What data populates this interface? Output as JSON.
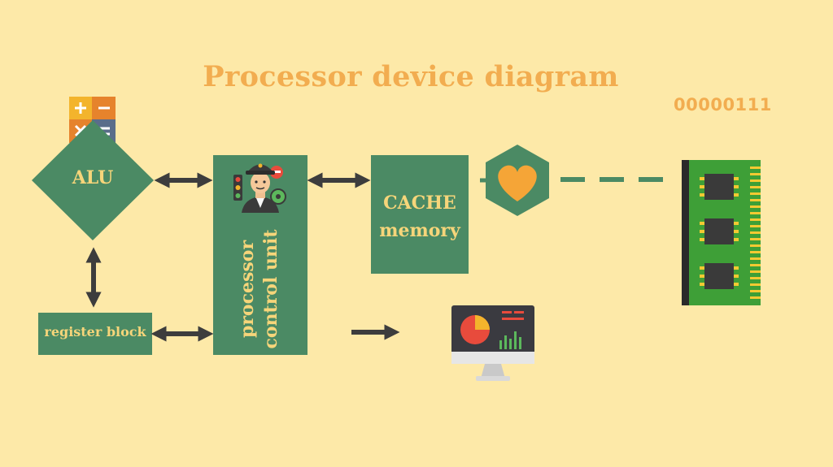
{
  "title": "Processor device diagram",
  "binary_code": "00000111",
  "nodes": {
    "alu": "ALU",
    "register_block": "register block",
    "control_unit_line1": "processor",
    "control_unit_line2": "control unit",
    "cache_line1": "CACHE",
    "cache_line2": "memory"
  },
  "icons": {
    "calculator": "calculator-icon",
    "controller": "traffic-controller-icon",
    "heart_hexagon": "heart-hexagon-icon",
    "ram": "ram-module-icon",
    "monitor": "analytics-monitor-icon"
  },
  "colors": {
    "background": "#fde9a8",
    "node_fill": "#4b8a64",
    "node_text": "#f6d57a",
    "title": "#f2ad50",
    "arrow": "#3d3d3d",
    "ram_green": "#3e9f37",
    "heart": "#f5a537"
  }
}
